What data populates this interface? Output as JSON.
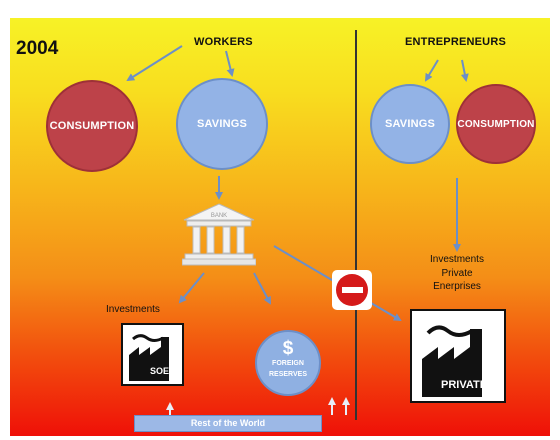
{
  "year": "2004",
  "headers": {
    "workers": "WORKERS",
    "entrepreneurs": "ENTREPRENEURS"
  },
  "workers": {
    "consumption": "CONSUMPTION",
    "savings": "SAVINGS"
  },
  "entrepreneurs": {
    "savings": "SAVINGS",
    "consumption": "CONSUMPTION"
  },
  "bank_pediment_text": "BANK",
  "investments_label": "Investments",
  "private_investments": [
    "Investments",
    "Private",
    "Enerprises"
  ],
  "soe_label": "SOE",
  "private_label": "PRIVATE",
  "reserves": {
    "symbol": "$",
    "line1": "FOREIGN",
    "line2": "RESERVES"
  },
  "rest_of_world": "Rest of the World",
  "colors": {
    "consumption": "#bd4249",
    "savings": "#93b3e6",
    "arrows": "#6c8fc8",
    "no_entry": "#d51a1a"
  },
  "icons": [
    "bank-icon",
    "factory-icon",
    "no-entry-icon",
    "dollar-icon"
  ]
}
